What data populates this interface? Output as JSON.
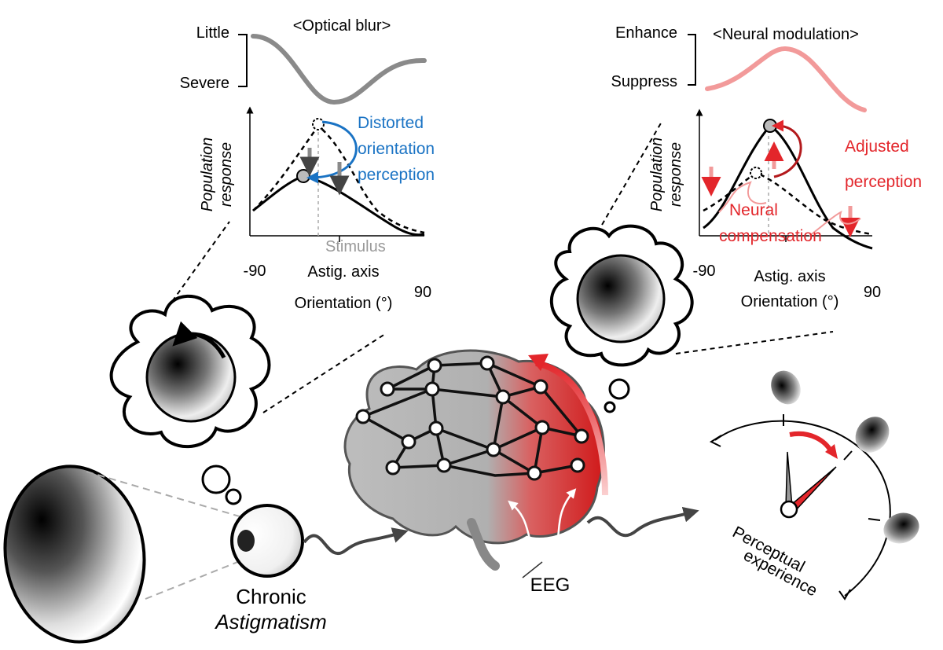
{
  "left_panel": {
    "title": "<Optical blur>",
    "blur_high": "Little",
    "blur_low": "Severe",
    "ylabel_line1": "Population",
    "ylabel_line2": "response",
    "annotation_line1": "Distorted",
    "annotation_line2": "orientation",
    "annotation_line3": "perception",
    "stimulus_label": "Stimulus",
    "tick_min": "-90",
    "tick_max": "90",
    "xlabel_line1": "Astig. axis",
    "xlabel_line2": "Orientation (°)"
  },
  "right_panel": {
    "title": "<Neural modulation>",
    "mod_high": "Enhance",
    "mod_low": "Suppress",
    "ylabel_line1": "Population",
    "ylabel_line2": "response",
    "annotation_line1": "Adjusted",
    "annotation_line2": "perception",
    "compensation_line1": "Neural",
    "compensation_line2": "compensation",
    "tick_min": "-90",
    "tick_max": "90",
    "xlabel_line1": "Astig. axis",
    "xlabel_line2": "Orientation (°)"
  },
  "bottom": {
    "eye_label_line1": "Chronic",
    "eye_label_line2": "Astigmatism",
    "eeg_label": "EEG",
    "dial_label_line1": "Perceptual",
    "dial_label_line2": "experience"
  },
  "colors": {
    "blur_curve": "#8a8a8a",
    "distortion_blue": "#1a73c4",
    "neural_red": "#e3262b",
    "modulation_pink": "#f29a9a",
    "brain_gray": "#b4b4b4"
  }
}
